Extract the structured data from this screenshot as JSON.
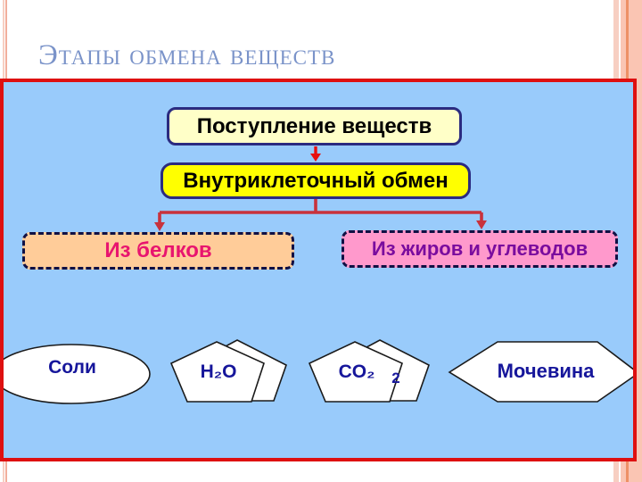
{
  "title": "Этапы обмена веществ",
  "flow": {
    "intake": "Поступление веществ",
    "intracellular": "Внутриклеточный обмен",
    "from_proteins": "Из белков",
    "from_fats_carbs": "Из жиров и углеводов"
  },
  "products": {
    "salts": "Соли",
    "water": "H₂O",
    "carbon_dioxide": "CO₂",
    "carbon_dioxide_back_fragment": "2",
    "urea": "Мочевина"
  },
  "colors": {
    "title_text": "#7A93C9",
    "panel_bg": "#99CBFB",
    "panel_border": "#DE1010",
    "intake_bg": "#FFFFC8",
    "intracellular_bg": "#FFFF00",
    "flow_box_border": "#2B2B80",
    "proteins_bg": "#FFCC99",
    "proteins_text": "#E8156F",
    "fats_bg": "#FF99CC",
    "fats_text": "#7A0C9E",
    "connector": "#C8323C",
    "arrow": "#E81010",
    "product_text": "#16169B",
    "shape_fill": "#FFFFFF",
    "shape_stroke": "#1A1A1A",
    "stripe_light": "#F7CFC2",
    "stripe_mid": "#F2AE9B",
    "stripe_band": "#FAC5B3",
    "stripe_dark": "#EE9066"
  }
}
